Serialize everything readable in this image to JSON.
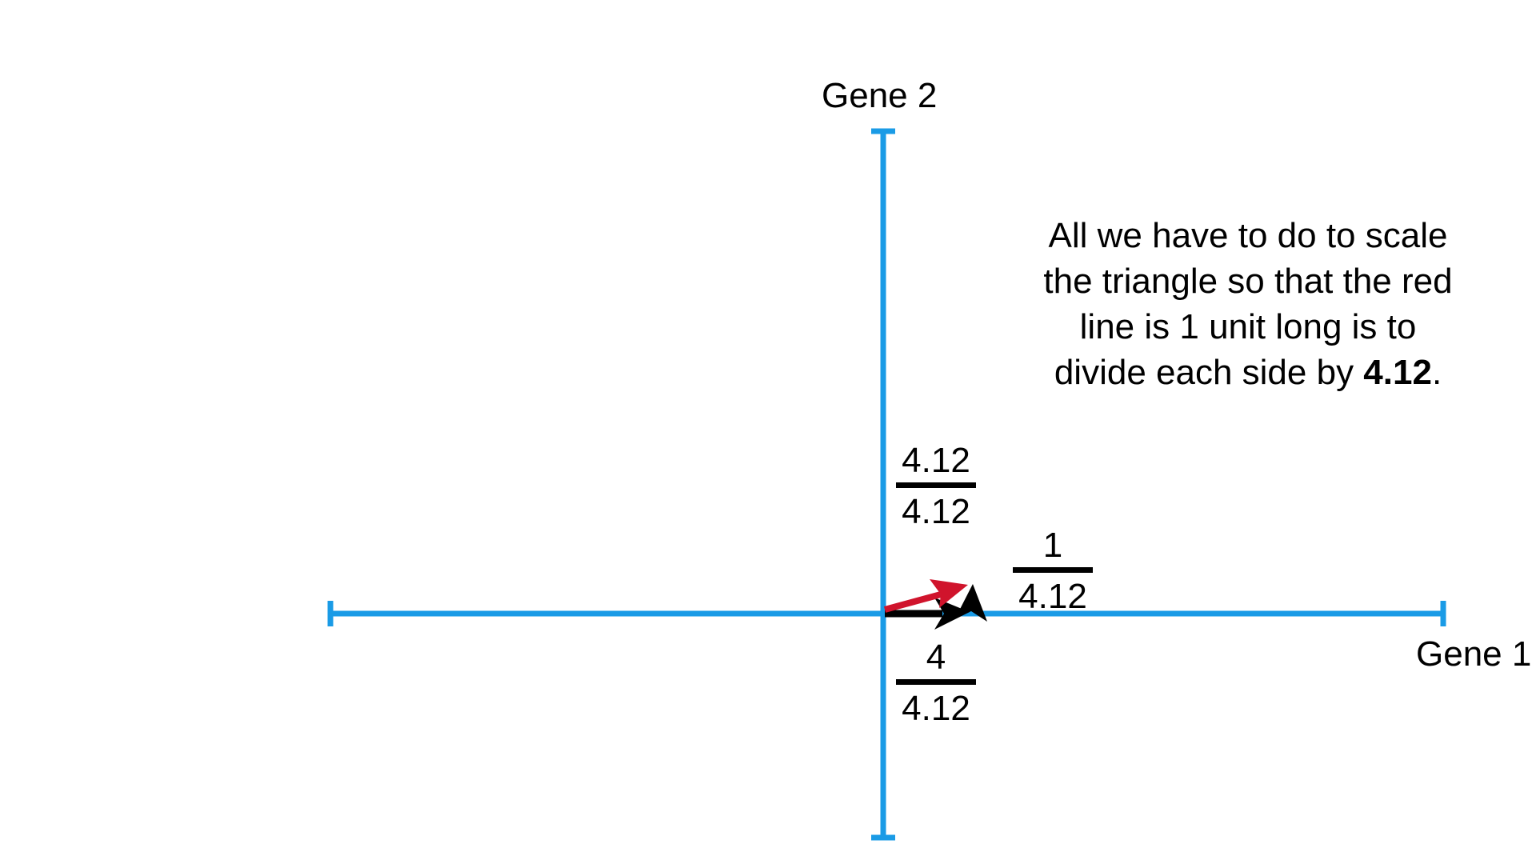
{
  "axes": {
    "x_label": "Gene 1",
    "y_label": "Gene 2",
    "axis_color": "#1a9be6"
  },
  "vectors": {
    "hypotenuse_color": "#d0142c",
    "sides_color": "#000000"
  },
  "labels": {
    "hypotenuse": {
      "numerator": "4.12",
      "denominator": "4.12"
    },
    "vertical_side": {
      "numerator": "1",
      "denominator": "4.12"
    },
    "horizontal_side": {
      "numerator": "4",
      "denominator": "4.12"
    }
  },
  "caption": {
    "text": "All we have to do to scale the triangle so that the red line is 1 unit long is to divide each side by ",
    "emphasis": "4.12",
    "suffix": "."
  }
}
